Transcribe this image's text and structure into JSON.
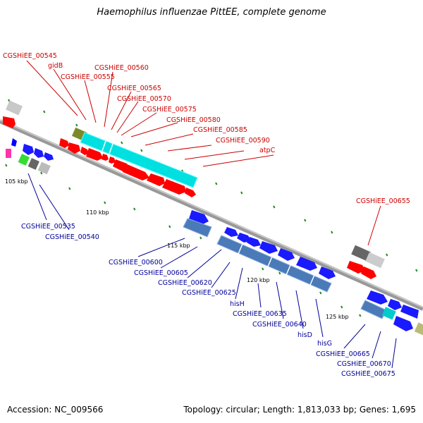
{
  "title": "Haemophilus influenzae PittEE, complete genome",
  "footer": {
    "accession": "Accession: NC_009566",
    "summary": "Topology: circular; Length: 1,813,033 bp; Genes: 1,695"
  },
  "colors": {
    "forward_label": "#cc0000",
    "reverse_label": "#000099",
    "backbone": "#999999",
    "tick": "#228b22"
  },
  "scale_labels": [
    "105 kbp",
    "110 kbp",
    "115 kbp",
    "120 kbp",
    "125 kbp"
  ],
  "forward_labels": [
    "CGSHiEE_00545",
    "gidB",
    "CGSHiEE_00555",
    "CGSHiEE_00560",
    "CGSHiEE_00565",
    "CGSHiEE_00570",
    "CGSHiEE_00575",
    "CGSHiEE_00580",
    "CGSHiEE_00585",
    "CGSHiEE_00590",
    "atpC",
    "CGSHiEE_00655"
  ],
  "reverse_labels": [
    "CGSHiEE_00535",
    "CGSHiEE_00540",
    "CGSHiEE_00600",
    "CGSHiEE_00605",
    "CGSHiEE_00620",
    "CGSHiEE_00625",
    "hisH",
    "CGSHiEE_00635",
    "CGSHiEE_00640",
    "hisD",
    "hisG",
    "CGSHiEE_00665",
    "CGSHiEE_00670",
    "CGSHiEE_00675"
  ]
}
